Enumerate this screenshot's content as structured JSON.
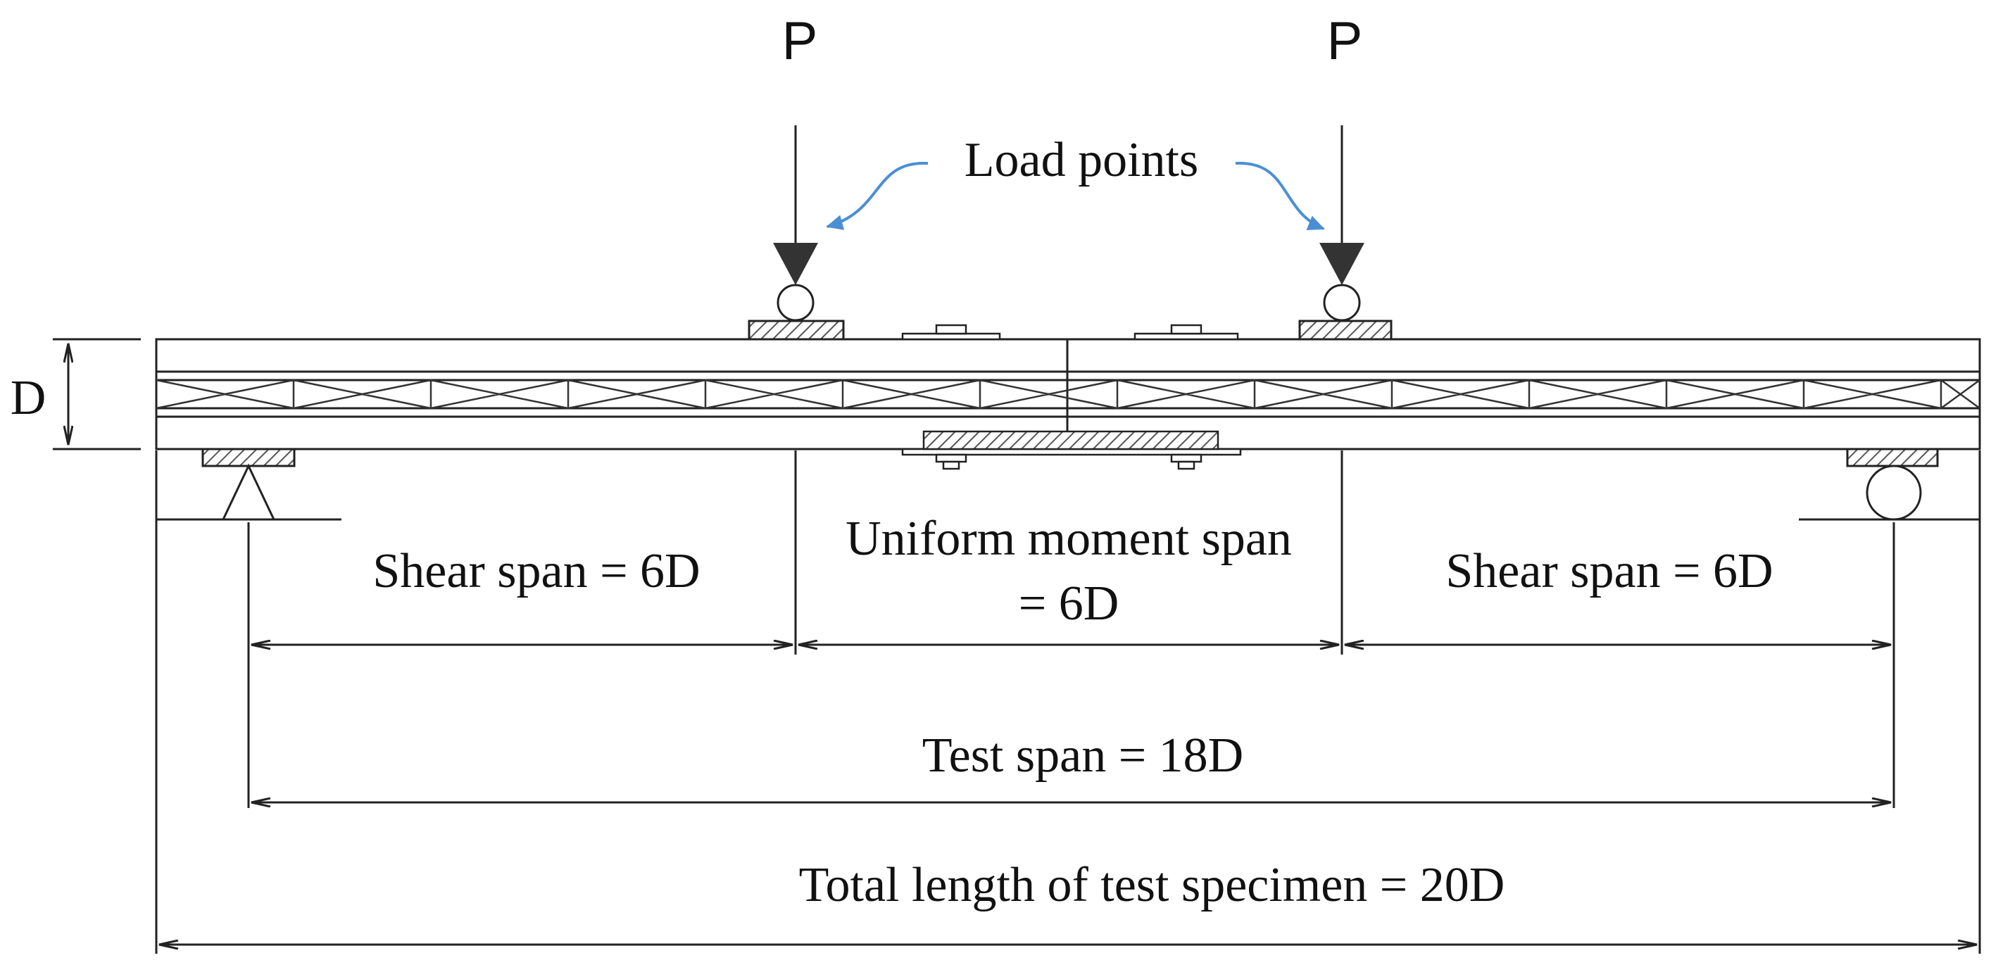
{
  "loads": {
    "left_label": "P",
    "right_label": "P"
  },
  "callout": {
    "text": "Load points",
    "arrow_color": "#4a8fd4"
  },
  "depth_label": "D",
  "spans": {
    "shear_left": "Shear span = 6D",
    "uniform_line1": "Uniform moment span",
    "uniform_line2": "= 6D",
    "shear_right": "Shear span = 6D",
    "test": "Test span = 18D",
    "total": "Total length of test specimen = 20D"
  },
  "colors": {
    "line": "#222222",
    "hatch": "#555555",
    "load_head": "#333333"
  }
}
